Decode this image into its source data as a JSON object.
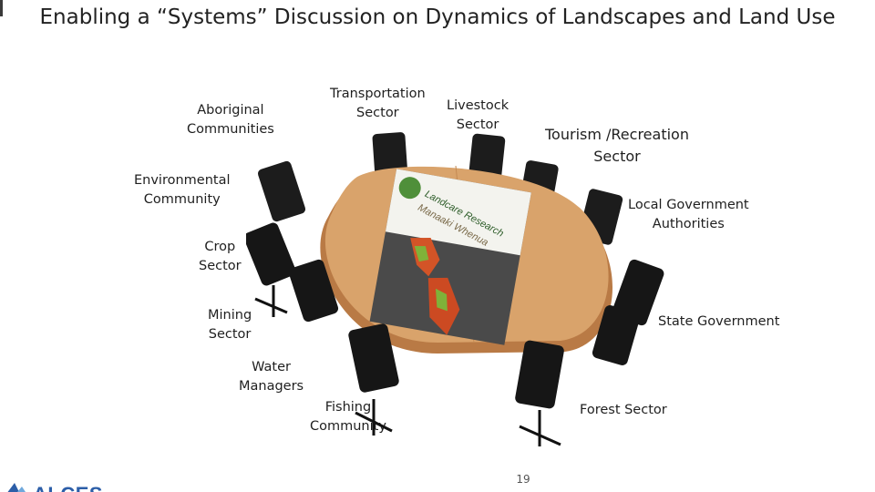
{
  "slide": {
    "title": "Enabling a “Systems” Discussion on Dynamics of Landscapes and Land Use",
    "page_number": "19"
  },
  "stakeholders": {
    "aboriginal": "Aboriginal Communities",
    "transportation": "Transportation Sector",
    "livestock": "Livestock Sector",
    "tourism": "Tourism /Recreation Sector",
    "environmental": "Environmental Community",
    "local_government": "Local Government Authorities",
    "crop": "Crop Sector",
    "mining": "Mining Sector",
    "state_government": "State Government",
    "water": "Water Managers",
    "fishing": "Fishing Community",
    "forest": "Forest Sector"
  },
  "table_sign": {
    "line1": "Landcare Research",
    "line2": "Manaaki Whenua"
  },
  "logo": {
    "text": "ALCES"
  },
  "colors": {
    "table_top": "#d9a36b",
    "table_edge": "#b97a45",
    "chair": "#1c1c1c",
    "map_bg": "#4a4a4a",
    "logo_blue": "#2c5ea8"
  }
}
